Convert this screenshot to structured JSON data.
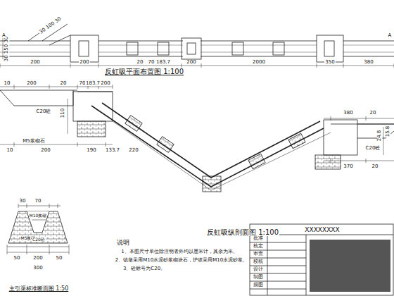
{
  "diagram": {
    "title": "反虹吸纵剖面图 1:100",
    "labels": [
      "反虹吸平面布置图 1:100",
      "主引渠标准断面图 1:50",
      "说明",
      "1、本图尺寸单位除注明者外均以厘米计，其余为米。",
      "2、镇墩采用M10水泥砂浆砌块石，护坡采用M10水泥砂浆。",
      "3、砼标号为C20。",
      "XXXXXXXX",
      "批准",
      "核定",
      "审查",
      "校核",
      "设计",
      "制图",
      "描图",
      "200",
      "200",
      "20",
      "70",
      "183.7",
      "200",
      "2000",
      "350",
      "380",
      "30 100 30",
      "30 150 30",
      "10",
      "200",
      "20",
      "70",
      "183.7",
      "200",
      "380",
      "20",
      "10",
      "200",
      "190",
      "133.7",
      "220",
      "370",
      "20",
      "C20砼",
      "M5浆砌石",
      "C20砼",
      "110",
      "24.8",
      "15.8",
      "30",
      "70",
      "M10浆砌",
      "M5浆砌",
      "C20砼",
      "50",
      "200",
      "50",
      "300",
      "A",
      "A"
    ]
  }
}
